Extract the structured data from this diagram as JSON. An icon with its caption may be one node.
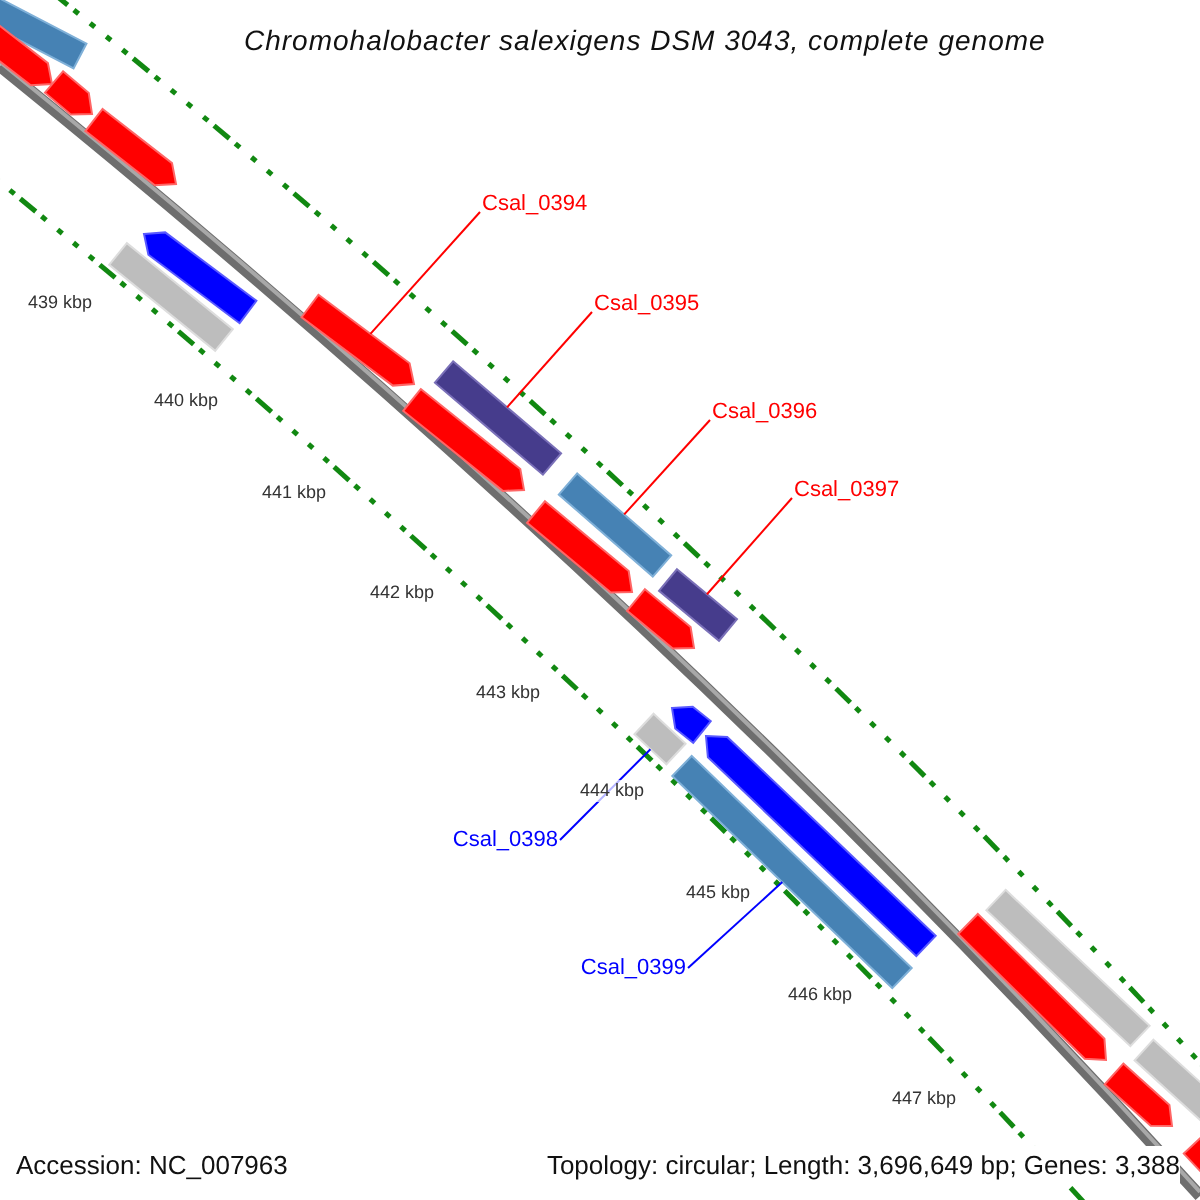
{
  "diagram": {
    "title": "Chromohalobacter salexigens DSM 3043, complete genome",
    "nodes": [
      {
        "text": [
          "Csal_0394"
        ]
      },
      {
        "text": [
          "Csal_0395"
        ]
      },
      {
        "text": [
          "Csal_0396"
        ]
      },
      {
        "text": [
          "Csal_0397"
        ]
      },
      {
        "text": [
          "Csal_0398"
        ]
      },
      {
        "text": [
          "Csal_0399"
        ]
      },
      {
        "text": [],
        "shape": "arrow"
      },
      {
        "text": [],
        "shape": "bar"
      },
      {
        "text": [],
        "shape": "bar"
      },
      {
        "text": [],
        "shape": "bar"
      },
      {
        "text": [],
        "shape": "bar"
      },
      {
        "text": [],
        "shape": "bar"
      },
      {
        "text": [],
        "shape": "bar"
      },
      {
        "text": [],
        "shape": "arrow"
      },
      {
        "text": [],
        "shape": "arrow"
      },
      {
        "text": [],
        "shape": "arrow"
      },
      {
        "text": [],
        "shape": "arrow"
      },
      {
        "text": [],
        "shape": "bar"
      },
      {
        "text": [],
        "shape": "arrow"
      },
      {
        "text": [],
        "shape": "arrow"
      },
      {
        "text": [],
        "shape": "arrow"
      },
      {
        "text": [],
        "shape": "arrow"
      },
      {
        "text": [],
        "shape": "arrow"
      },
      {
        "text": [],
        "shape": "arrow"
      },
      {
        "text": [],
        "shape": "bar"
      },
      {
        "text": [],
        "shape": "bar"
      },
      {
        "text": [],
        "shape": "arrow"
      },
      {
        "text": [],
        "shape": "bar"
      }
    ],
    "edges": [
      {
        "from": 0,
        "to": 6,
        "arrow": "none"
      },
      {
        "from": 1,
        "to": 7,
        "arrow": "none"
      },
      {
        "from": 2,
        "to": 8,
        "arrow": "none"
      },
      {
        "from": 3,
        "to": 9,
        "arrow": "none"
      },
      {
        "from": 4,
        "to": 10,
        "arrow": "none",
        "color": "#0000ff"
      },
      {
        "from": 5,
        "to": 11,
        "arrow": "none",
        "color": "#0000ff"
      }
    ],
    "labels": [
      "439 kbp",
      "440 kbp",
      "441 kbp",
      "442 kbp",
      "443 kbp",
      "444 kbp",
      "445 kbp",
      "446 kbp",
      "447 kbp",
      "Accession: NC_007963",
      "Topology: circular; Length: 3,696,649 bp; Genes: 3,388"
    ]
  }
}
